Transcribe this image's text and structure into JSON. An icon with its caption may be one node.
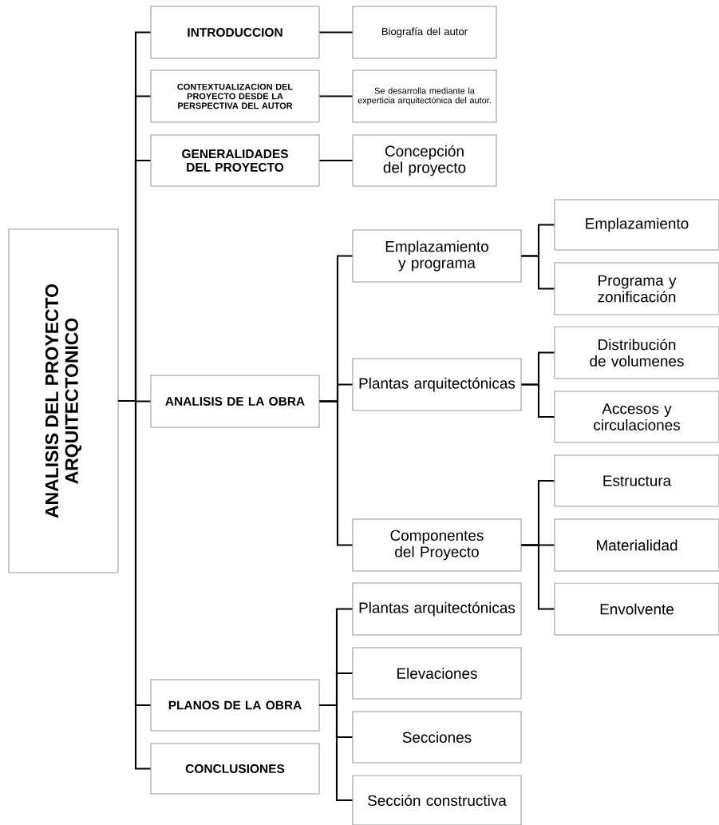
{
  "diagram": {
    "nodes": [
      {
        "text": [
          "ANALISIS DEL PROYECTO ARQUITECTONICO"
        ]
      },
      {
        "text": [
          "INTRODUCCION"
        ]
      },
      {
        "text": [
          "Biografía del autor"
        ]
      },
      {
        "text": [
          "CONTEXTUALIZACION DEL PROYECTO DESDE LA PERSPECTIVA DEL AUTOR"
        ]
      },
      {
        "text": [
          "Se desarrolla mediante la experticia arquitectónica del autor."
        ]
      },
      {
        "text": [
          "GENERALIDADES DEL PROYECTO"
        ]
      },
      {
        "text": [
          "Concepción del proyecto"
        ]
      },
      {
        "text": [
          "ANALISIS DE LA OBRA"
        ]
      },
      {
        "text": [
          "Emplazamiento y programa"
        ]
      },
      {
        "text": [
          "Emplazamiento"
        ]
      },
      {
        "text": [
          "Programa y zonificación"
        ]
      },
      {
        "text": [
          "Plantas arquitectónicas"
        ]
      },
      {
        "text": [
          "Distribución de volumenes"
        ]
      },
      {
        "text": [
          "Accesos y circulaciones"
        ]
      },
      {
        "text": [
          "Componentes del Proyecto"
        ]
      },
      {
        "text": [
          "Estructura"
        ]
      },
      {
        "text": [
          "Materialidad"
        ]
      },
      {
        "text": [
          "Envolvente"
        ]
      },
      {
        "text": [
          "PLANOS DE LA OBRA"
        ]
      },
      {
        "text": [
          "Plantas arquitectónicas"
        ]
      },
      {
        "text": [
          "Elevaciones"
        ]
      },
      {
        "text": [
          "Secciones"
        ]
      },
      {
        "text": [
          "Sección constructiva"
        ]
      },
      {
        "text": [
          "CONCLUSIONES"
        ]
      }
    ],
    "edges": [
      {
        "from": 0,
        "to": 1,
        "arrow": "none"
      },
      {
        "from": 0,
        "to": 3,
        "arrow": "none"
      },
      {
        "from": 0,
        "to": 5,
        "arrow": "none"
      },
      {
        "from": 0,
        "to": 7,
        "arrow": "none"
      },
      {
        "from": 0,
        "to": 18,
        "arrow": "none"
      },
      {
        "from": 0,
        "to": 23,
        "arrow": "none"
      },
      {
        "from": 1,
        "to": 2,
        "arrow": "none"
      },
      {
        "from": 3,
        "to": 4,
        "arrow": "none"
      },
      {
        "from": 5,
        "to": 6,
        "arrow": "none"
      },
      {
        "from": 7,
        "to": 8,
        "arrow": "none"
      },
      {
        "from": 7,
        "to": 11,
        "arrow": "none"
      },
      {
        "from": 7,
        "to": 14,
        "arrow": "none"
      },
      {
        "from": 8,
        "to": 9,
        "arrow": "none"
      },
      {
        "from": 8,
        "to": 10,
        "arrow": "none"
      },
      {
        "from": 11,
        "to": 12,
        "arrow": "none"
      },
      {
        "from": 11,
        "to": 13,
        "arrow": "none"
      },
      {
        "from": 14,
        "to": 15,
        "arrow": "none"
      },
      {
        "from": 14,
        "to": 16,
        "arrow": "none"
      },
      {
        "from": 14,
        "to": 17,
        "arrow": "none"
      },
      {
        "from": 18,
        "to": 19,
        "arrow": "none"
      },
      {
        "from": 18,
        "to": 20,
        "arrow": "none"
      },
      {
        "from": 18,
        "to": 21,
        "arrow": "none"
      },
      {
        "from": 18,
        "to": 22,
        "arrow": "none"
      }
    ]
  }
}
